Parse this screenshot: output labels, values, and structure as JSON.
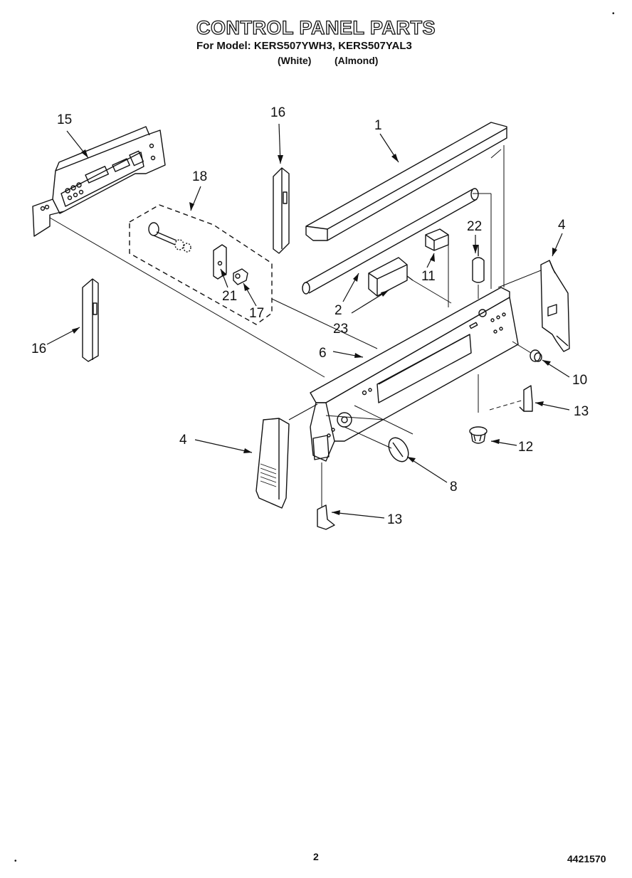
{
  "header": {
    "title": "CONTROL PANEL PARTS",
    "subtitle": "For Model: KERS507YWH3, KERS507YAL3",
    "variant_white": "(White)",
    "variant_almond": "(Almond)"
  },
  "callouts": {
    "c1": "1",
    "c2": "2",
    "c4a": "4",
    "c4b": "4",
    "c6": "6",
    "c8": "8",
    "c10": "10",
    "c11": "11",
    "c12": "12",
    "c13a": "13",
    "c13b": "13",
    "c15": "15",
    "c16a": "16",
    "c16b": "16",
    "c17": "17",
    "c18": "18",
    "c21": "21",
    "c22": "22",
    "c23": "23"
  },
  "footer": {
    "page_number": "2",
    "document_number": "4421570"
  }
}
